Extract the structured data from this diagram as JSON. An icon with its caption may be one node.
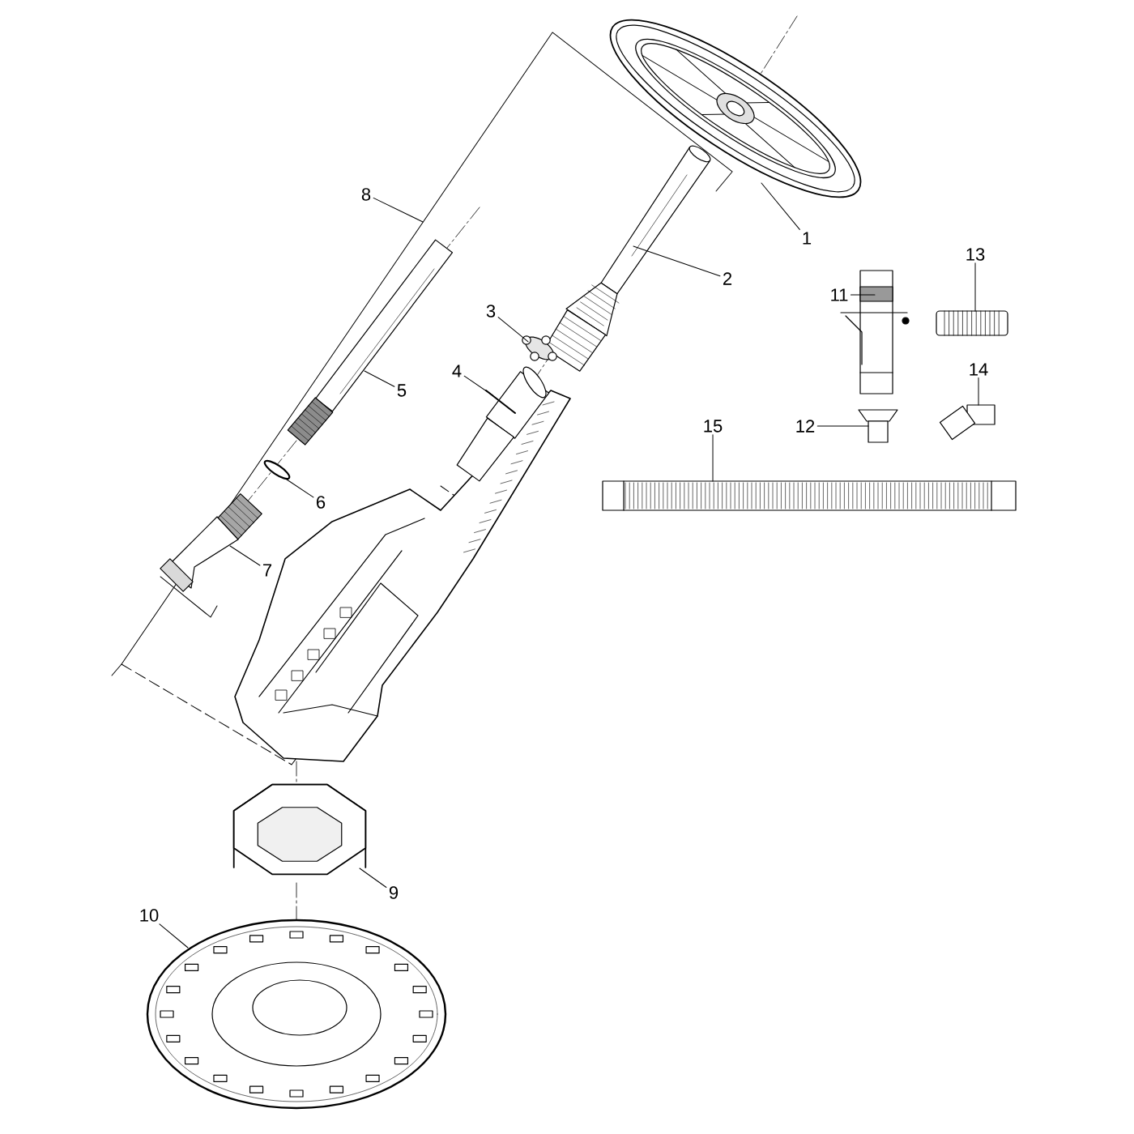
{
  "diagram": {
    "nodes": [
      {
        "text": [
          "1"
        ]
      },
      {
        "text": [
          "2"
        ]
      },
      {
        "text": [
          "3"
        ]
      },
      {
        "text": [
          "4"
        ]
      },
      {
        "text": [
          "5"
        ]
      },
      {
        "text": [
          "6"
        ]
      },
      {
        "text": [
          "7"
        ]
      },
      {
        "text": [
          "8"
        ]
      },
      {
        "text": [
          "9"
        ]
      },
      {
        "text": [
          "10"
        ]
      },
      {
        "text": [
          "11"
        ]
      },
      {
        "text": [
          "12"
        ]
      },
      {
        "text": [
          "13"
        ]
      },
      {
        "text": [
          "14"
        ]
      },
      {
        "text": [
          "15"
        ]
      },
      {
        "text": [],
        "shape": "picture"
      },
      {
        "text": [],
        "shape": "picture"
      },
      {
        "text": [],
        "shape": "picture"
      },
      {
        "text": [],
        "shape": "picture"
      },
      {
        "text": [],
        "shape": "picture"
      },
      {
        "text": [],
        "shape": "picture"
      },
      {
        "text": [],
        "shape": "picture"
      },
      {
        "text": [],
        "shape": "picture"
      },
      {
        "text": [],
        "shape": "picture"
      },
      {
        "text": [],
        "shape": "picture"
      },
      {
        "text": [],
        "shape": "picture"
      },
      {
        "text": [],
        "shape": "picture"
      },
      {
        "text": [],
        "shape": "picture"
      },
      {
        "text": [],
        "shape": "picture"
      }
    ],
    "edges": [
      {
        "from": 0,
        "to": 15,
        "arrow": "none"
      },
      {
        "from": 1,
        "to": 16,
        "arrow": "none"
      },
      {
        "from": 2,
        "to": 17,
        "arrow": "none"
      },
      {
        "from": 3,
        "to": 18,
        "arrow": "none"
      },
      {
        "from": 4,
        "to": 19,
        "arrow": "none"
      },
      {
        "from": 5,
        "to": 20,
        "arrow": "none"
      },
      {
        "from": 6,
        "to": 21,
        "arrow": "none"
      },
      {
        "from": 7,
        "to": null,
        "arrow": "none"
      },
      {
        "from": 8,
        "to": 22,
        "arrow": "none"
      },
      {
        "from": 9,
        "to": 23,
        "arrow": "none"
      },
      {
        "from": 10,
        "to": 24,
        "arrow": "none"
      },
      {
        "from": 11,
        "to": 25,
        "arrow": "none"
      },
      {
        "from": 12,
        "to": 26,
        "arrow": "none"
      },
      {
        "from": 13,
        "to": 27,
        "arrow": "none"
      },
      {
        "from": 14,
        "to": 28,
        "arrow": "none"
      }
    ]
  }
}
